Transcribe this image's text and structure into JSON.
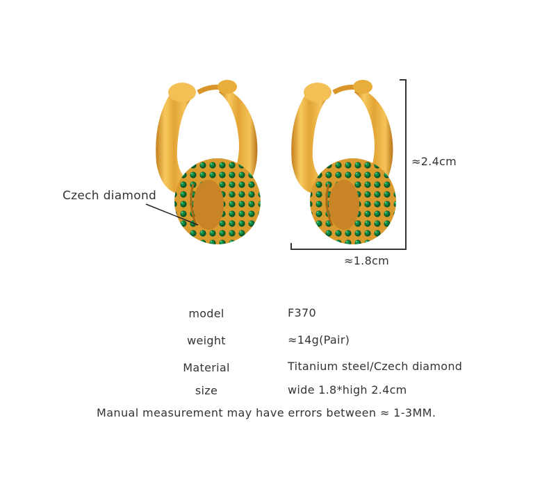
{
  "product": {
    "callout_label": "Czech diamond",
    "dimensions": {
      "height_label": "≈2.4cm",
      "width_label": "≈1.8cm"
    },
    "colors": {
      "gold_light": "#f6c45a",
      "gold_mid": "#e0a02a",
      "gold_dark": "#b8741a",
      "emerald": "#0e7a3a",
      "emerald_dark": "#064a22",
      "line": "#333333"
    }
  },
  "specs": [
    {
      "label": "model",
      "value": "F370"
    },
    {
      "label": "weight",
      "value": "≈14g(Pair)"
    },
    {
      "label": "Material",
      "value": "Titanium steel/Czech diamond"
    },
    {
      "label": "size",
      "value": "wide 1.8*high 2.4cm"
    }
  ],
  "note": "Manual measurement may have errors between ≈ 1-3MM."
}
